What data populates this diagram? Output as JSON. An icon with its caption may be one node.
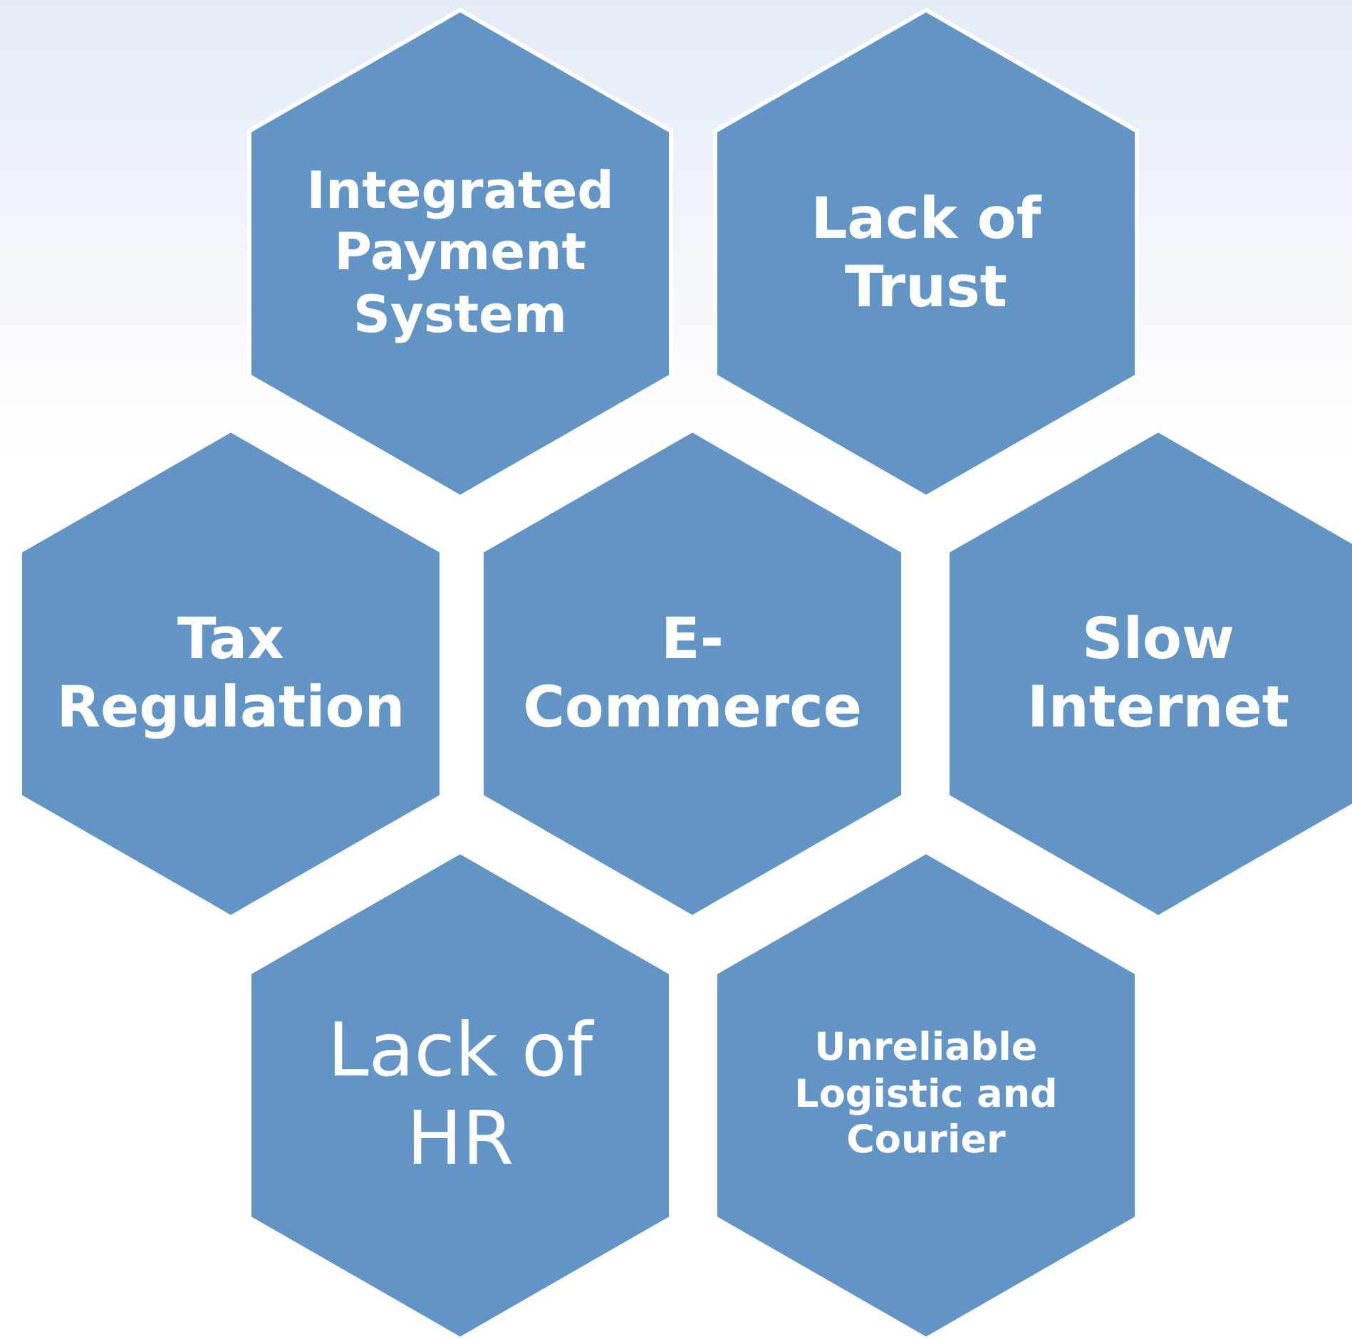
{
  "diagram": {
    "nodes": [
      {
        "text": [
          "Integrated Payment System"
        ]
      },
      {
        "text": [
          "Lack of Trust"
        ]
      },
      {
        "text": [
          "Tax Regulation"
        ]
      },
      {
        "text": [
          "E-Commerce"
        ]
      },
      {
        "text": [
          "Slow Internet"
        ]
      },
      {
        "text": [
          "Lack of HR"
        ]
      },
      {
        "text": [
          "Unreliable Logistic and Courier"
        ]
      }
    ]
  }
}
